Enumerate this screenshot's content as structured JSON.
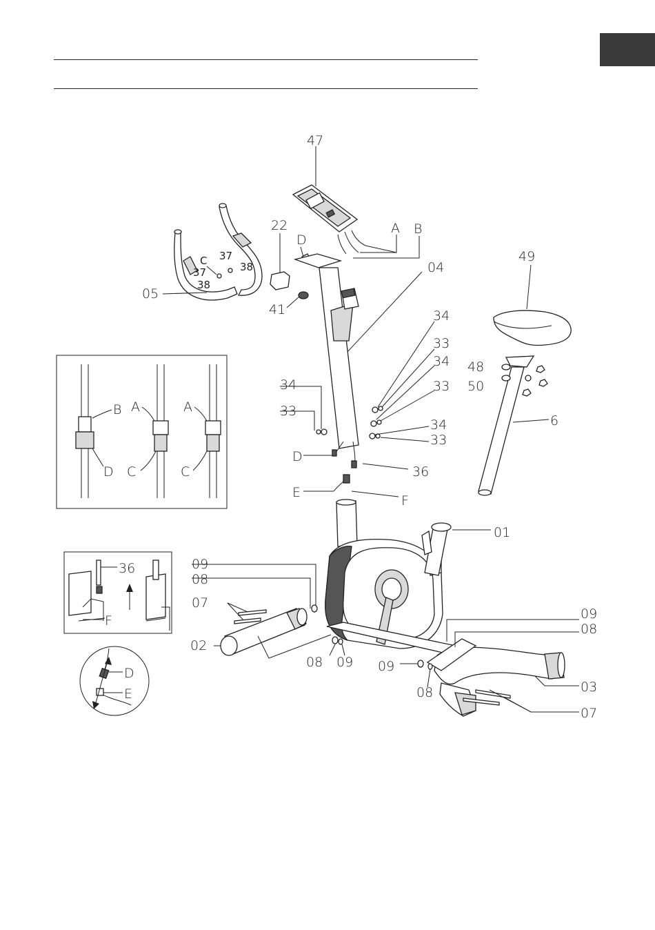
{
  "labels": {
    "console": "47",
    "plug_a": "A",
    "plug_b": "B",
    "plug_c": "C",
    "plug_d": "D",
    "plug_e": "E",
    "plug_f": "F",
    "cover": "22",
    "knob": "41",
    "front_post": "04",
    "handlebar": "05",
    "part37a": "37",
    "part37b": "37",
    "part38a": "38",
    "part38b": "38",
    "saddle": "49",
    "seat_post": "6",
    "part48": "48",
    "part50": "50",
    "part34a": "34",
    "part34b": "34",
    "part34c": "34",
    "part34d": "34",
    "part33a": "33",
    "part33b": "33",
    "part33c": "33",
    "part33d": "33",
    "cable36": "36",
    "frame": "01",
    "front_stab": "02",
    "rear_stab": "03",
    "part09a": "09",
    "part09b": "09",
    "part09c": "09",
    "part09d": "09",
    "part08a": "08",
    "part08b": "08",
    "part08c": "08",
    "part08d": "08",
    "part07a": "07",
    "part07b": "07"
  },
  "inset1": {
    "b": "B",
    "a1": "A",
    "a2": "A",
    "d": "D",
    "c1": "C",
    "c2": "C"
  },
  "inset2": {
    "cable": "36",
    "f": "F"
  },
  "inset3": {
    "d": "D",
    "e": "E"
  }
}
